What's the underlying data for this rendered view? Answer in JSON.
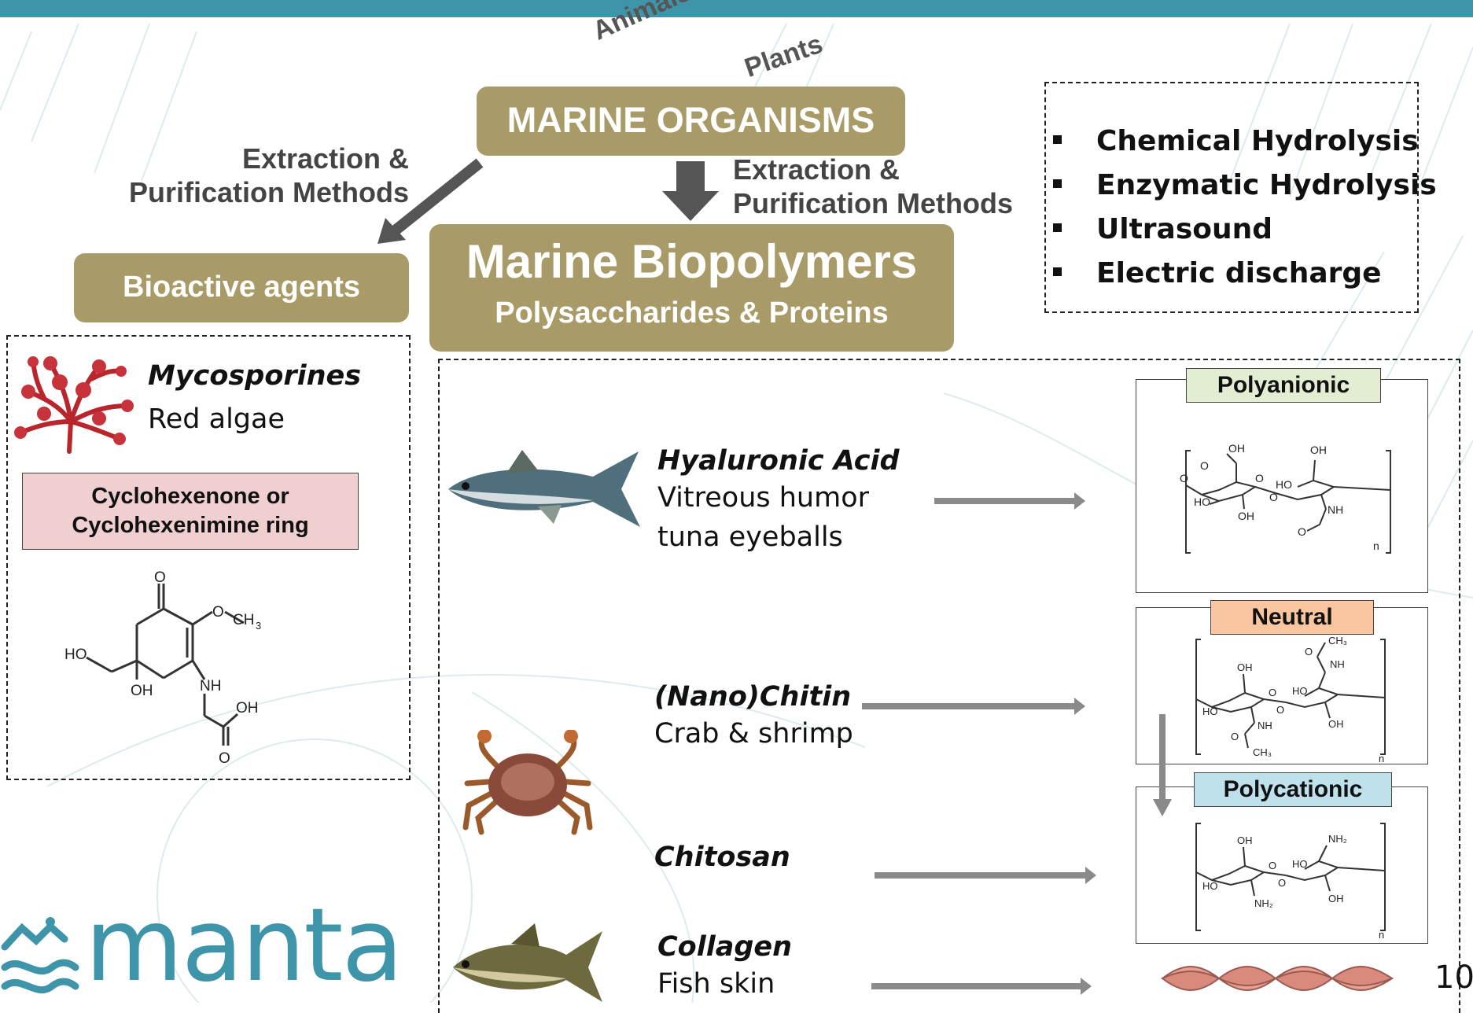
{
  "header": {
    "label_animals": "Animals",
    "label_plants": "Plants",
    "marine_organisms": "MARINE ORGANISMS",
    "method_label_left_line1": "Extraction &",
    "method_label_left_line2": "Purification Methods",
    "method_label_center_line1": "Extraction &",
    "method_label_center_line2": "Purification Methods"
  },
  "bioactive": {
    "title": "Bioactive agents",
    "compound": "Mycosporines",
    "source": "Red algae",
    "ring_line1": "Cyclohexenone or",
    "ring_line2": "Cyclohexenimine ring"
  },
  "biopolymers": {
    "title": "Marine Biopolymers",
    "subtitle": "Polysaccharides & Proteins"
  },
  "methods": [
    "Chemical Hydrolysis",
    "Enzymatic Hydrolysis",
    "Ultrasound",
    "Electric discharge"
  ],
  "sources": [
    {
      "title": "Hyaluronic Acid",
      "desc1": "Vitreous humor",
      "desc2": "tuna eyeballs"
    },
    {
      "title": "(Nano)Chitin",
      "desc1": "Crab & shrimp",
      "desc2": ""
    },
    {
      "title": "Chitosan",
      "desc1": "",
      "desc2": ""
    },
    {
      "title": "Collagen",
      "desc1": "Fish skin",
      "desc2": ""
    }
  ],
  "structures": {
    "polyanionic": "Polyanionic",
    "neutral": "Neutral",
    "polycationic": "Polycationic"
  },
  "logo": {
    "text": "manta"
  },
  "page_number": "10",
  "colors": {
    "top_bar": "#3e95a9",
    "pill": "#a89b67",
    "polyanionic_label": "#e2edd2",
    "neutral_label": "#f9c6a0",
    "polycationic_label": "#bfe1ec",
    "ring_box": "#f0cfd1",
    "logo": "#3e95a9"
  }
}
